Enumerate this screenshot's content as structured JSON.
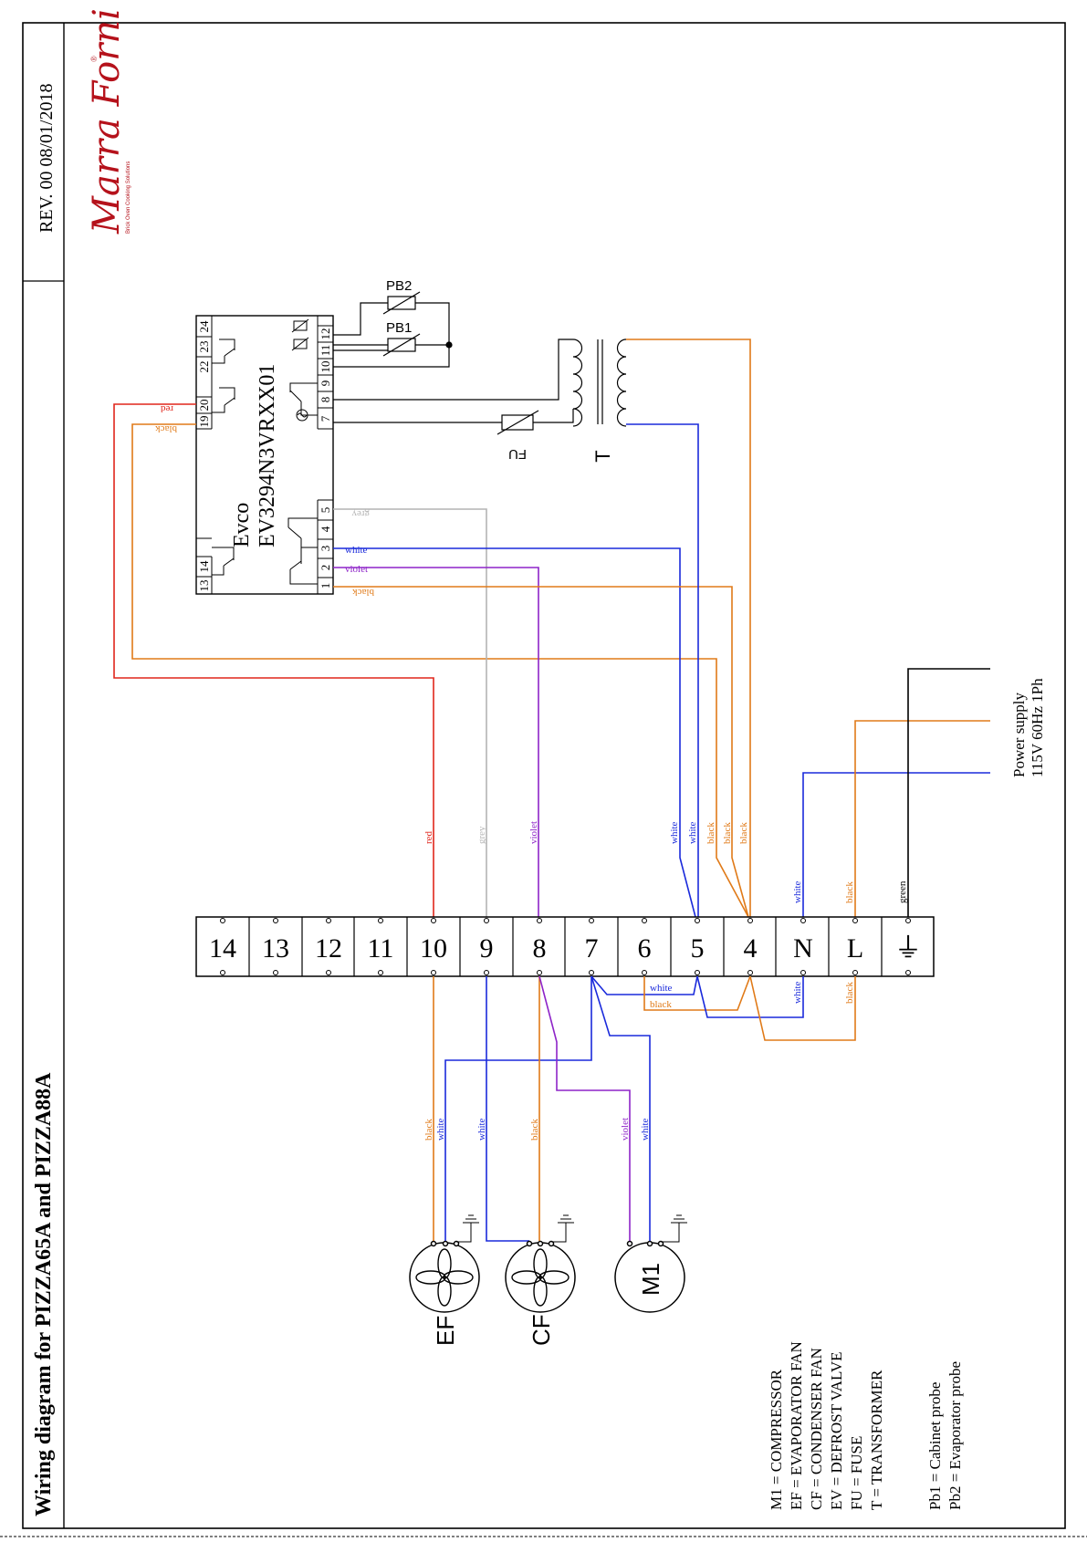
{
  "title": "Wiring diagram for PIZZA65A and PIZZA88A",
  "revision": "REV. 00  08/01/2018",
  "brand": {
    "name": "Marra Forni",
    "mark": "®",
    "tagline": "Brick Oven Cooking Solutions",
    "color": "#b5121b"
  },
  "controller": {
    "maker": "Evco",
    "model": "EV3294N3VRXX01",
    "terminals_top": [
      "1",
      "2",
      "3",
      "4",
      "5",
      "7",
      "8",
      "9",
      "10",
      "11",
      "12"
    ],
    "terminals_bottom": [
      "13",
      "14",
      "19",
      "20",
      "22",
      "23",
      "24"
    ]
  },
  "components": {
    "pb1": "PB1",
    "pb2": "PB2",
    "fuse": "FU",
    "transformer": "T",
    "evaporator_fan": "EF",
    "condenser_fan": "CF",
    "compressor": "M1"
  },
  "terminal_block": [
    "14",
    "13",
    "12",
    "11",
    "10",
    "9",
    "8",
    "7",
    "6",
    "5",
    "4",
    "N",
    "L",
    "⏚"
  ],
  "wire_labels": {
    "red": "red",
    "grey": "grey",
    "violet": "violet",
    "white": "white",
    "black": "black",
    "green": "green"
  },
  "wire_colors": {
    "red": "#e0261c",
    "grey": "#b4b4b4",
    "violet": "#8e24c8",
    "white": "#1a2adb",
    "black": "#e07a18",
    "green": "#000000"
  },
  "power_supply": {
    "line1": "Power supply",
    "line2": "115V 60Hz 1Ph"
  },
  "legend": [
    "M1 = COMPRESSOR",
    "EF = EVAPORATOR FAN",
    "CF = CONDENSER FAN",
    "EV = DEFROST VALVE",
    "FU = FUSE",
    "T = TRANSFORMER"
  ],
  "probes": [
    "Pb1 = Cabinet probe",
    "Pb2 = Evaporator probe"
  ]
}
